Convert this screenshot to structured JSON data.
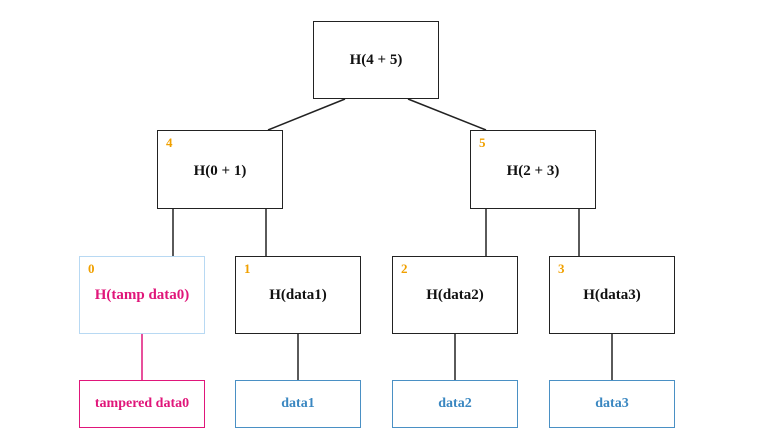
{
  "tree": {
    "root": {
      "label": "H(4 + 5)"
    },
    "level1": [
      {
        "index": "4",
        "label": "H(0 + 1)"
      },
      {
        "index": "5",
        "label": "H(2 + 3)"
      }
    ],
    "leaves": [
      {
        "index": "0",
        "label": "H(tamp data0)"
      },
      {
        "index": "1",
        "label": "H(data1)"
      },
      {
        "index": "2",
        "label": "H(data2)"
      },
      {
        "index": "3",
        "label": "H(data3)"
      }
    ],
    "data": [
      {
        "label": "tampered data0"
      },
      {
        "label": "data1"
      },
      {
        "label": "data2"
      },
      {
        "label": "data3"
      }
    ]
  },
  "colors": {
    "node_border": "#222222",
    "index": "#f0a000",
    "tampered": "#e0167a",
    "tampered_leaf_border": "#b8d9f3",
    "data": "#3a87c1",
    "data_border": "#4a90c4"
  }
}
